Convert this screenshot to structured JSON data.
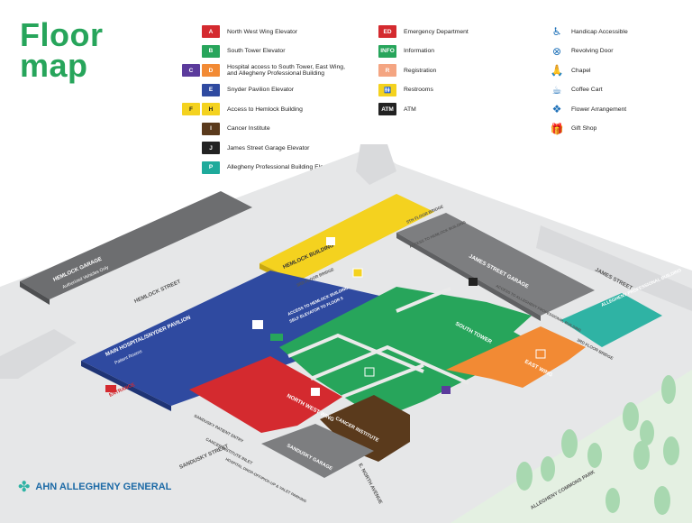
{
  "title_line1": "Floor",
  "title_line2": "map",
  "legend_col1": [
    {
      "badges": [
        {
          "t": "A",
          "c": "#d42a2f"
        }
      ],
      "label": "North West Wing Elevator"
    },
    {
      "badges": [
        {
          "t": "B",
          "c": "#27a55b"
        }
      ],
      "label": "South Tower Elevator"
    },
    {
      "badges": [
        {
          "t": "C",
          "c": "#5b3b9c"
        },
        {
          "t": "D",
          "c": "#f28a34"
        }
      ],
      "label": "Hospital access to South Tower, East Wing,",
      "label2": "and Allegheny Professional Building"
    },
    {
      "badges": [
        {
          "t": "E",
          "c": "#2f4aa0"
        }
      ],
      "label": "Snyder Pavilion Elevator"
    },
    {
      "badges": [
        {
          "t": "F",
          "c": "#f4d21f"
        },
        {
          "t": "H",
          "c": "#f4d21f"
        }
      ],
      "label": "Access to Hemlock Building"
    },
    {
      "badges": [
        {
          "t": "I",
          "c": "#5a3a1c"
        }
      ],
      "label": "Cancer Institute"
    },
    {
      "badges": [
        {
          "t": "J",
          "c": "#222222"
        }
      ],
      "label": "James Street Garage Elevator"
    },
    {
      "badges": [
        {
          "t": "P",
          "c": "#1eaa9b"
        }
      ],
      "label": "Allegheny Professional Building Elevator"
    }
  ],
  "legend_col2": [
    {
      "t": "ED",
      "c": "#d42a2f",
      "label": "Emergency Department"
    },
    {
      "t": "INFO",
      "c": "#27a55b",
      "label": "Information"
    },
    {
      "t": "R",
      "c": "#f4a582",
      "label": "Registration"
    },
    {
      "t": "🚻",
      "c": "#f4d21f",
      "label": "Restrooms"
    },
    {
      "t": "ATM",
      "c": "#222222",
      "label": "ATM"
    }
  ],
  "legend_col3": [
    {
      "icon": "♿",
      "name": "handicap-icon",
      "label": "Handicap Accessible"
    },
    {
      "icon": "⊗",
      "name": "revolving-door-icon",
      "label": "Revolving Door"
    },
    {
      "icon": "🙏",
      "name": "chapel-icon",
      "label": "Chapel"
    },
    {
      "icon": "☕",
      "name": "coffee-cup-icon",
      "label": "Coffee Cart"
    },
    {
      "icon": "❖",
      "name": "flower-icon",
      "label": "Flower Arrangement"
    },
    {
      "icon": "🎁",
      "name": "gift-icon",
      "label": "Gift Shop"
    }
  ],
  "map_labels": {
    "hemlock_garage": "HEMLOCK GARAGE",
    "hemlock_garage_sub": "Authorized Vehicles Only",
    "hemlock_street": "HEMLOCK STREET",
    "hemlock_building": "HEMLOCK BUILDING",
    "fifth_floor_bridge": "5TH FLOOR BRIDGE",
    "third_floor_bridge": "3RD FLOOR BRIDGE",
    "access_hemlock": "ACCESS TO HEMLOCK BUILDING",
    "access_hemlock_sub": "SELF ELEVATOR TO FLOOR 5",
    "james_street_garage": "JAMES STREET GARAGE",
    "access_to_hemlock_building": "ACCESS TO HEMLOCK BUILDING",
    "access_to_allegheny": "ACCESS TO ALLEGHENY PROFESSIONAL BUILDING",
    "james_street": "JAMES STREET",
    "allegheny_prof": "ALLEGHENY PROFESSIONAL BUILDING",
    "third_floor_bridge_2": "3RD FLOOR BRIDGE",
    "main_hospital": "MAIN HOSPITAL/SNYDER PAVILION",
    "patient_rooms": "Patient Rooms",
    "south_tower": "SOUTH TOWER",
    "east_wing": "EAST WING",
    "north_west_wing": "NORTH WEST WING",
    "cancer_institute": "CANCER INSTITUTE",
    "sandusky_garage": "SANDUSKY GARAGE",
    "ed_entrance": "ENTRANCE",
    "sandusky_patient_entry": "SANDUSKY PATIENT ENTRY",
    "cancer_institute_inlet": "CANCER INSTITUTE INLET",
    "hospital_dropoff": "HOSPITAL DROP-OFF/PICK-UP & VALET PARKING",
    "sandusky_street": "SANDUSKY STREET",
    "e_north_avenue": "E. NORTH AVENUE",
    "allegheny_commons": "ALLEGHENY COMMONS PARK"
  },
  "logo_text": "AHN ALLEGHENY GENERAL",
  "colors": {
    "green": "#27a55b",
    "red": "#d42a2f",
    "blue": "#2f4aa0",
    "yellow": "#f4d21f",
    "orange": "#f28a34",
    "brown": "#5a3a1c",
    "teal": "#2fb3a4",
    "gray": "#8a8c8e",
    "dark_gray": "#6d6e70",
    "road": "#d7d8da",
    "park": "#e3efe3"
  }
}
